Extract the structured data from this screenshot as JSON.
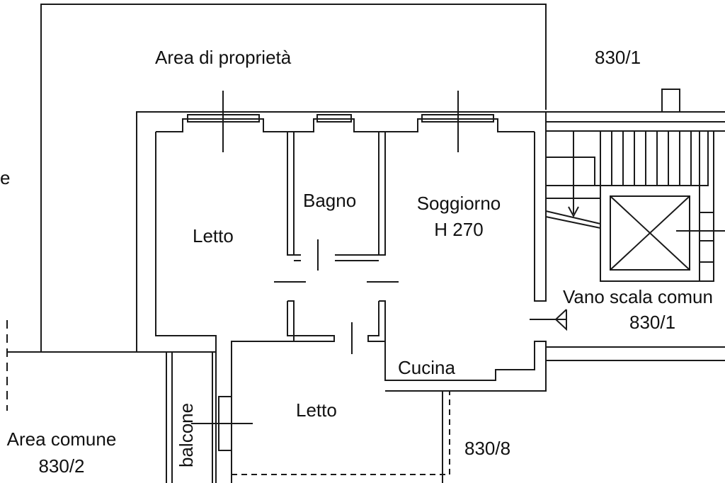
{
  "colors": {
    "line": "#1a1a1a",
    "background": "#ffffff"
  },
  "labels": {
    "area_proprieta": "Area di proprietà",
    "parcel_830_1_top": "830/1",
    "left_edge_fragment": "e",
    "bagno": "Bagno",
    "soggiorno": "Soggiorno",
    "soggiorno_height": "H 270",
    "letto_left": "Letto",
    "vano_scala": "Vano scala comun",
    "vano_scala_parcel": "830/1",
    "cucina": "Cucina",
    "letto_bottom": "Letto",
    "balcone": "balcone",
    "area_comune": "Area comune",
    "area_comune_parcel": "830/2",
    "parcel_830_8": "830/8"
  }
}
